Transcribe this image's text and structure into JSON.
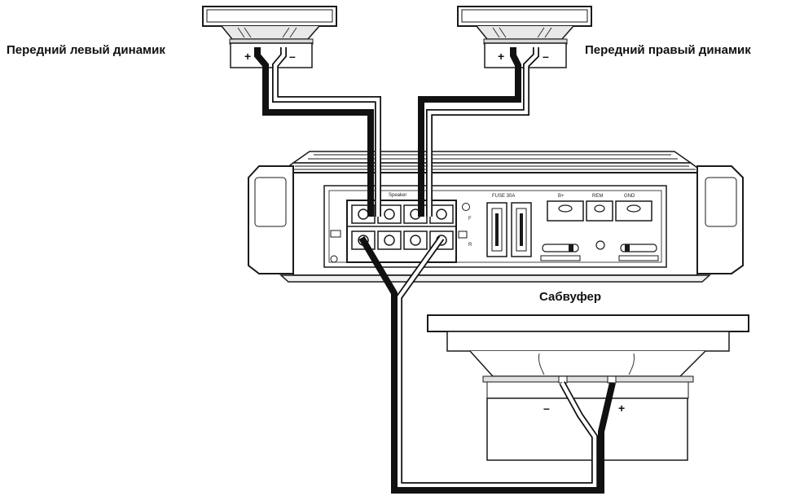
{
  "labels": {
    "front_left": "Передний левый динамик",
    "front_right": "Передний правый динамик",
    "subwoofer": "Сабвуфер"
  },
  "polarity": {
    "plus": "+",
    "minus": "–"
  },
  "amplifier": {
    "speaker_terminal_label": "Speaker",
    "fuse_label": "FUSE 30A",
    "power_terminals": [
      "B+",
      "REM",
      "GND"
    ],
    "side_marks": [
      "F",
      "R"
    ]
  },
  "colors": {
    "wire_positive": "#111111",
    "wire_negative": "#ffffff",
    "outline": "#1a1a1a"
  }
}
